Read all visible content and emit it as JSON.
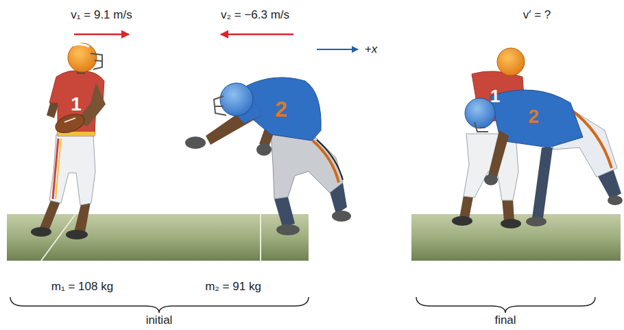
{
  "diagram": {
    "labels": [
      "v₁ = 9.1 m/s",
      "v₂ = −6.3 m/s",
      "v′ = ?",
      "+x",
      "1",
      "2",
      "1",
      "2",
      "m₁ = 108 kg",
      "m₂ = 91 kg",
      "initial",
      "final"
    ]
  }
}
